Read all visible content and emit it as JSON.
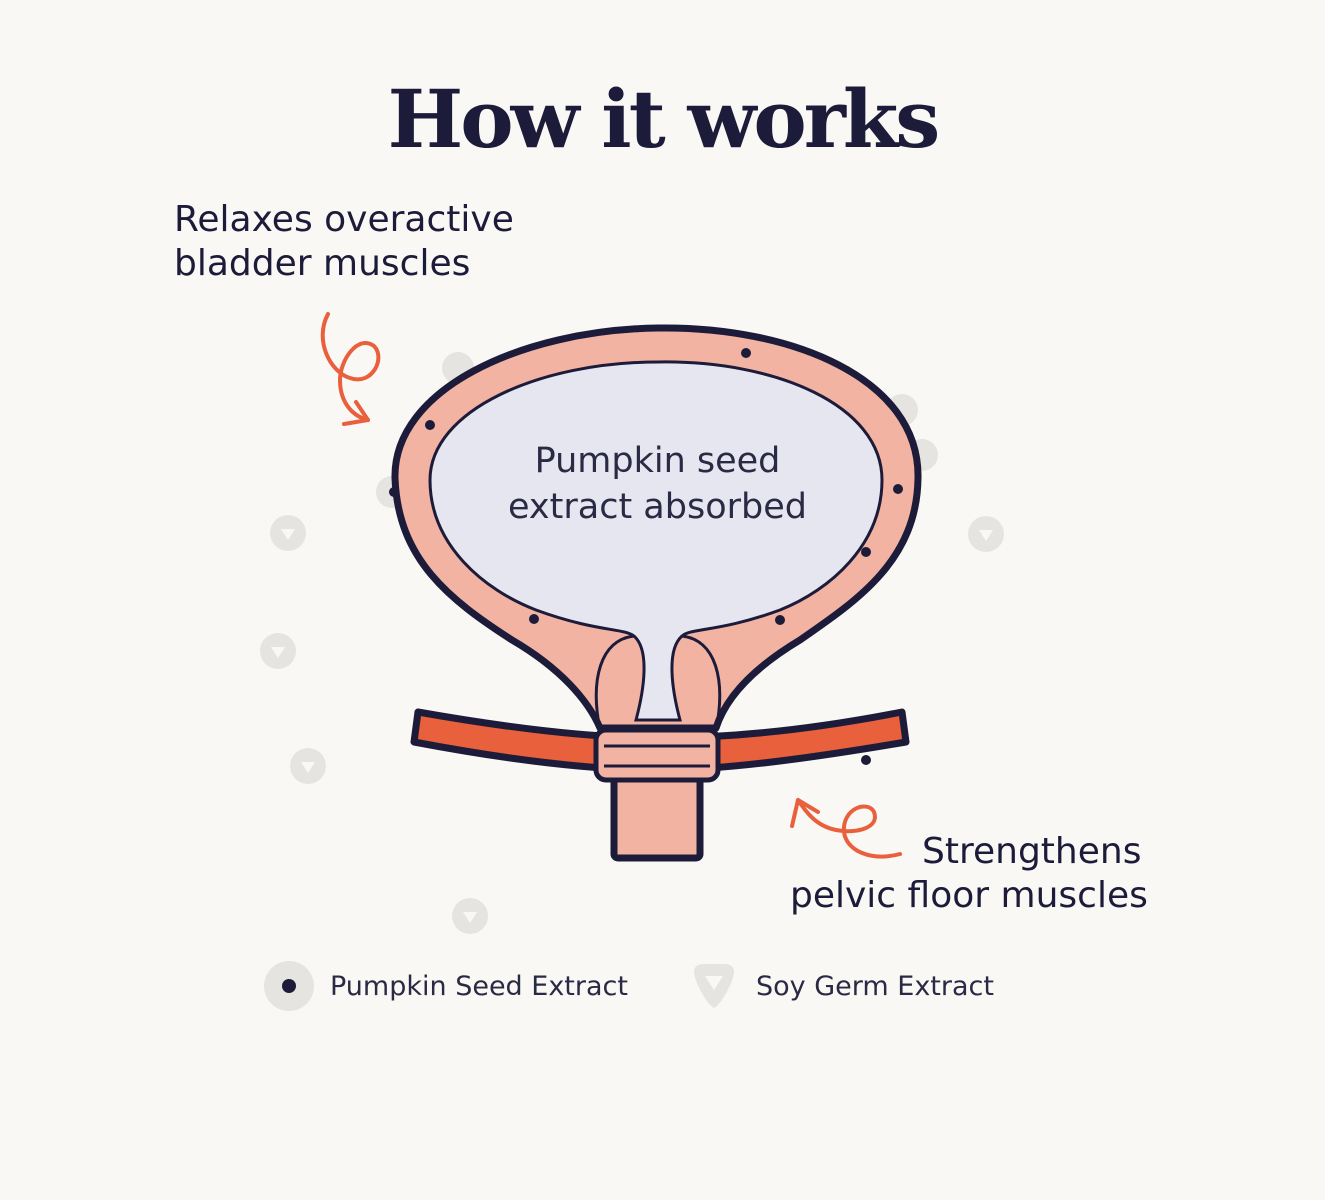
{
  "title": "How it works",
  "callouts": {
    "top_left": [
      "Relaxes overactive",
      "bladder muscles"
    ],
    "bottom_right": [
      "Strengthens",
      "pelvic floor muscles"
    ]
  },
  "center_label": [
    "Pumpkin seed",
    "extract absorbed"
  ],
  "legend": [
    {
      "label": "Pumpkin Seed Extract",
      "icon": "pumpkin-seed-dot-icon"
    },
    {
      "label": "Soy Germ Extract",
      "icon": "soy-germ-triangle-icon"
    }
  ],
  "colors": {
    "background": "#f9f8f5",
    "outline": "#1c1c3a",
    "bladder_wall": "#f2b3a3",
    "bladder_inner": "#e6e6f1",
    "pelvic_band": "#e8603c",
    "arrow": "#e8603c",
    "soy_marker": "#e3e1dd"
  }
}
